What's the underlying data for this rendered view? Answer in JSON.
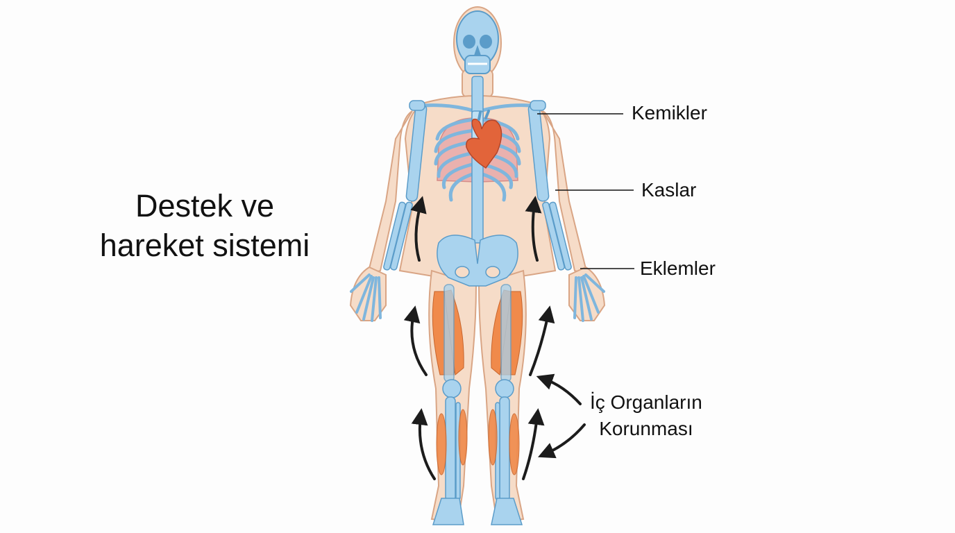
{
  "diagram": {
    "title_lines": [
      "Destek ve",
      "hareket sistemi"
    ],
    "labels": [
      {
        "id": "bones",
        "text": "Kemikler"
      },
      {
        "id": "muscles",
        "text": "Kaslar"
      },
      {
        "id": "joints",
        "text": "Eklemler"
      }
    ],
    "organ_protection_lines": [
      "İç Organların",
      "Korunması"
    ],
    "colors": {
      "background": "#fdfdfd",
      "bone": "#a9d3ee",
      "bone_outline": "#5b9cc9",
      "skin": "#f6dcc8",
      "skin_outline": "#d9a585",
      "muscle": "#f08a4b",
      "heart": "#e2643a",
      "lungs": "#eab1ae",
      "arrow": "#1c1c1c",
      "text": "#111111"
    }
  }
}
